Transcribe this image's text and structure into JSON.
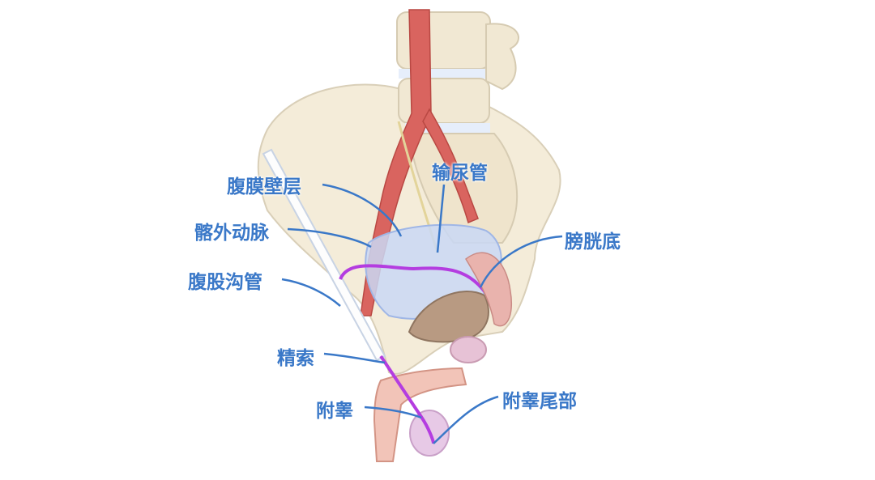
{
  "labels": {
    "parietal_peritoneum": "腹膜壁层",
    "external_iliac_artery": "髂外动脉",
    "inguinal_canal": "腹股沟管",
    "spermatic_cord": "精索",
    "epididymis": "附睾",
    "ureter": "输尿管",
    "bladder_fundus": "膀胱底",
    "epididymis_tail": "附睾尾部"
  },
  "colors": {
    "label": "#3a78c8",
    "bone": "#f3ead6",
    "artery": "#d9645f",
    "bladder": "#c9d8f5",
    "prostate": "#b89a82",
    "vas": "#b43de0"
  }
}
